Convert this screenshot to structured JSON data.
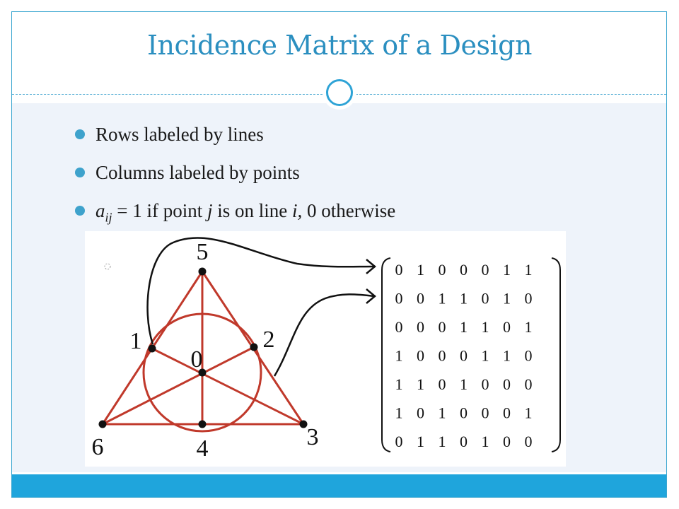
{
  "slide": {
    "title": "Incidence Matrix of a Design",
    "bullets": [
      "Rows labeled by lines",
      "Columns labeled by points"
    ],
    "bullet3": {
      "var": "a",
      "sub": "ij",
      "part1": " = 1 if point ",
      "j": "j",
      "part2": " is on line ",
      "i": "i,",
      "part3": " 0 otherwise"
    }
  },
  "diagram": {
    "points": [
      {
        "label": "0"
      },
      {
        "label": "1"
      },
      {
        "label": "2"
      },
      {
        "label": "3"
      },
      {
        "label": "4"
      },
      {
        "label": "5"
      },
      {
        "label": "6"
      }
    ],
    "matrix": [
      [
        0,
        1,
        0,
        0,
        0,
        1,
        1
      ],
      [
        0,
        0,
        1,
        1,
        0,
        1,
        0
      ],
      [
        0,
        0,
        0,
        1,
        1,
        0,
        1
      ],
      [
        1,
        0,
        0,
        0,
        1,
        1,
        0
      ],
      [
        1,
        1,
        0,
        1,
        0,
        0,
        0
      ],
      [
        1,
        0,
        1,
        0,
        0,
        0,
        1
      ],
      [
        0,
        1,
        1,
        0,
        1,
        0,
        0
      ]
    ],
    "line_color": "#c0392b",
    "accent": "#2ea3d6"
  }
}
